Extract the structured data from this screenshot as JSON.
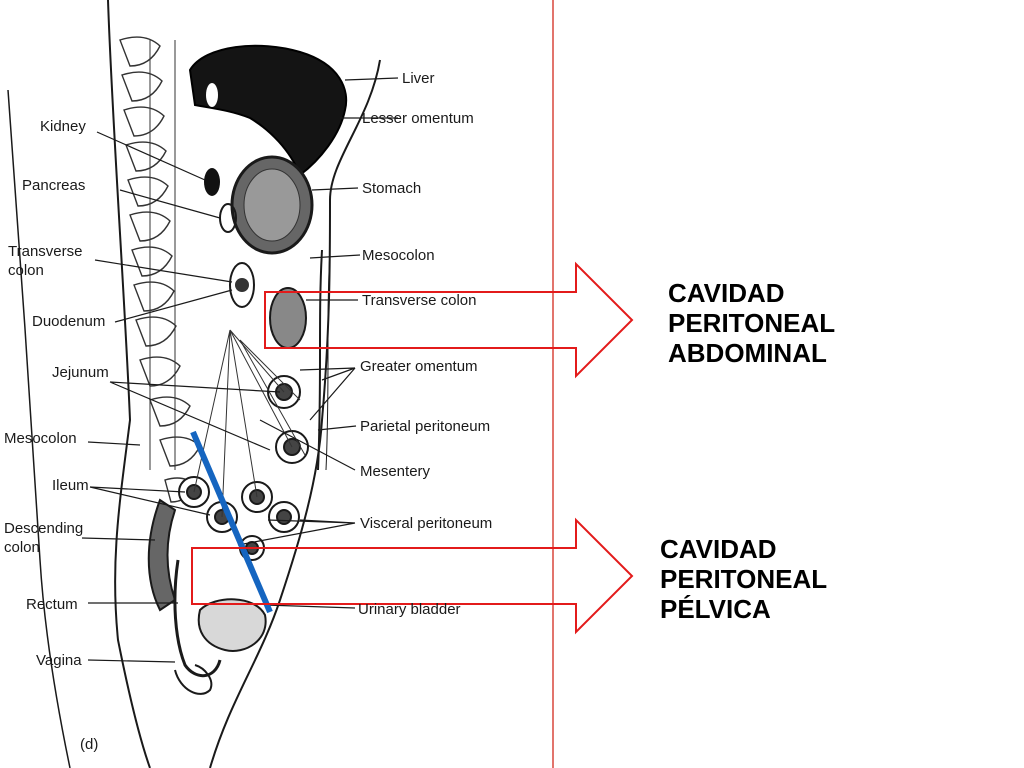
{
  "labels_right": {
    "liver": "Liver",
    "lesser_omentum": "Lesser omentum",
    "stomach": "Stomach",
    "mesocolon": "Mesocolon",
    "transverse_colon": "Transverse colon",
    "greater_omentum": "Greater omentum",
    "parietal_peritoneum": "Parietal peritoneum",
    "mesentery": "Mesentery",
    "visceral_peritoneum": "Visceral peritoneum",
    "urinary_bladder": "Urinary bladder"
  },
  "labels_left": {
    "kidney": "Kidney",
    "pancreas": "Pancreas",
    "transverse_colon_1": "Transverse",
    "transverse_colon_2": "colon",
    "duodenum": "Duodenum",
    "jejunum": "Jejunum",
    "mesocolon": "Mesocolon",
    "ileum": "Ileum",
    "descending_colon_1": "Descending",
    "descending_colon_2": "colon",
    "rectum": "Rectum",
    "vagina": "Vagina"
  },
  "figure_label": "(d)",
  "callouts": {
    "abdominal": [
      "CAVIDAD",
      "PERITONEAL",
      "ABDOMINAL"
    ],
    "pelvic": [
      "CAVIDAD",
      "PERITONEAL",
      "PÉLVICA"
    ]
  },
  "colors": {
    "arrow": "#e31b1b",
    "divider": "#d9463c",
    "boundary_line": "#1565c0",
    "ink": "#1a1a1a"
  }
}
